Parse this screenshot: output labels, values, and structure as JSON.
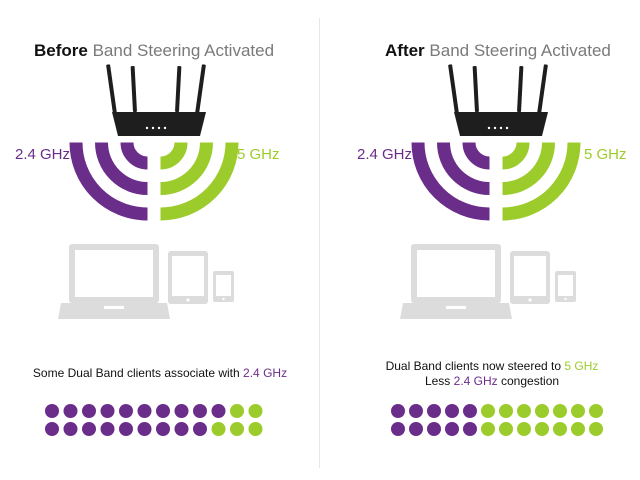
{
  "colors": {
    "purple": "#6b2d8a",
    "green": "#9ccc2b",
    "device_gray": "#d9d9d9",
    "router": "#1e1e1e"
  },
  "icons": [
    "router-icon",
    "laptop-icon",
    "tablet-icon",
    "phone-icon"
  ],
  "panels": [
    {
      "title_bold": "Before",
      "title_rest": "Band Steering Activated",
      "band_24_label": "2.4 GHz",
      "band_5_label": "5 GHz",
      "caption_line1_prefix": "Some Dual Band clients associate with",
      "caption_line1_highlight": "2.4 GHz",
      "clients_purple": [
        10,
        9
      ],
      "clients_green": [
        2,
        3
      ]
    },
    {
      "title_bold": "After",
      "title_rest": "Band Steering Activated",
      "band_24_label": "2.4 GHz",
      "band_5_label": "5 GHz",
      "caption_line1_prefix": "Dual Band clients now steered to",
      "caption_line1_highlight": "5 GHz",
      "caption_line2_prefix": "Less",
      "caption_line2_highlight": "2.4 GHz",
      "caption_line2_suffix": "congestion",
      "clients_purple": [
        5,
        5
      ],
      "clients_green": [
        7,
        7
      ]
    }
  ]
}
